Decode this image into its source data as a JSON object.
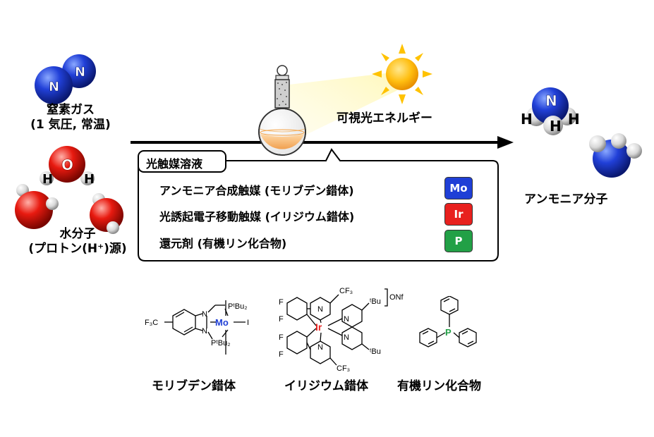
{
  "reactants": {
    "nitrogen": {
      "atom_label": "N",
      "label_line1": "窒素ガス",
      "label_line2": "(1 気圧, 常温)"
    },
    "water": {
      "o_label": "O",
      "h_label": "H",
      "label_line1": "水分子",
      "label_line2": "(プロトン(H⁺)源)"
    }
  },
  "light": {
    "label": "可視光エネルギー"
  },
  "solution": {
    "tab_label": "光触媒溶液",
    "items": [
      {
        "text": "アンモニア合成触媒 (モリブデン錯体)",
        "badge": "Mo",
        "color": "#1f3fd6"
      },
      {
        "text": "光誘起電子移動触媒 (イリジウム錯体)",
        "badge": "Ir",
        "color": "#e8201e"
      },
      {
        "text": "還元剤 (有機リン化合物)",
        "badge": "P",
        "color": "#22a046"
      }
    ]
  },
  "product": {
    "n_label": "N",
    "h_label": "H",
    "label": "アンモニア分子"
  },
  "structures": {
    "mo": {
      "caption": "モリブデン錯体",
      "metal": "Mo",
      "cf3": "F₃C",
      "ptbu": "PᵗBu₂",
      "ptbu_b": "PᵗBu₂",
      "n": "N",
      "i": "I"
    },
    "ir": {
      "caption": "イリジウム錯体",
      "metal": "Ir",
      "cf3": "CF₃",
      "tbu": "ᵗBu",
      "onf": "ONf",
      "f": "F",
      "n": "N"
    },
    "p": {
      "caption": "有機リン化合物",
      "atom": "P"
    }
  }
}
